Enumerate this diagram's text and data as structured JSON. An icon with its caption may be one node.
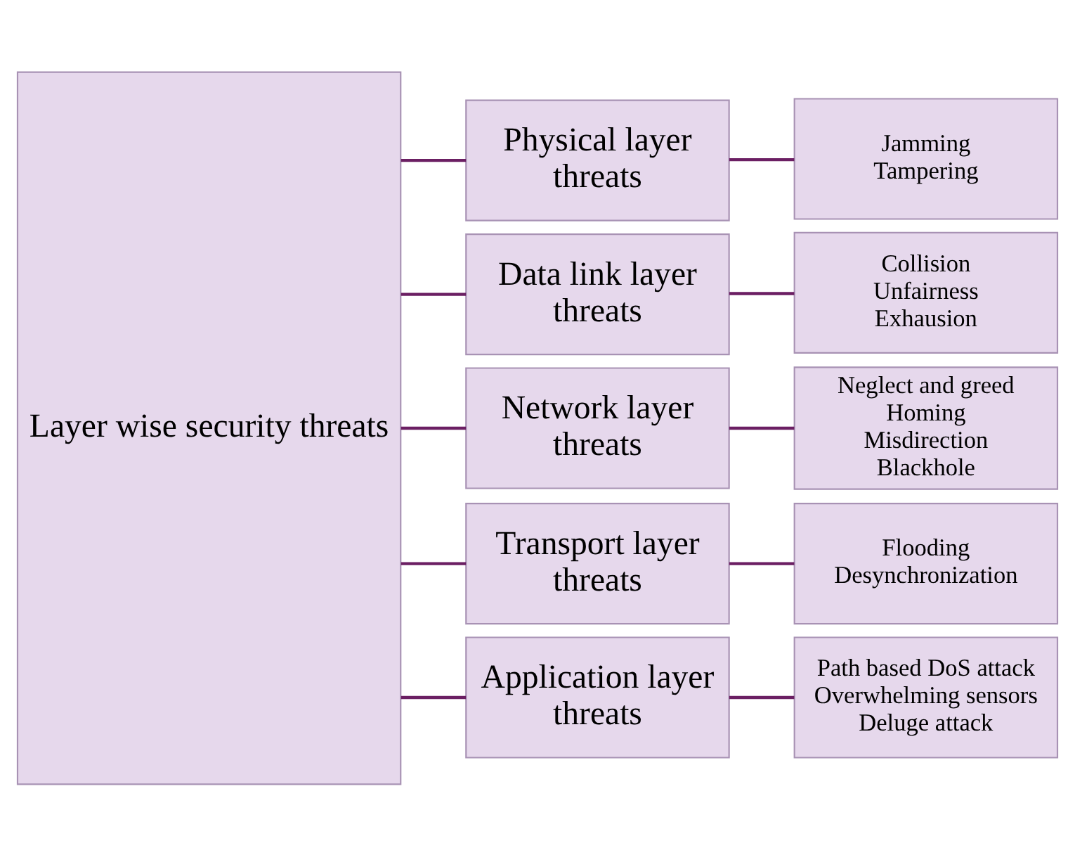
{
  "diagram": {
    "nodes": [
      {
        "text": [
          "Layer wise security threats"
        ]
      },
      {
        "text": [
          "Physical layer threats"
        ]
      },
      {
        "text": [
          "Jamming",
          "Tampering"
        ]
      },
      {
        "text": [
          "Data link layer threats"
        ]
      },
      {
        "text": [
          "Collision",
          "Unfairness",
          "Exhausion"
        ]
      },
      {
        "text": [
          "Network layer threats"
        ]
      },
      {
        "text": [
          "Neglect and greed",
          "Homing",
          "Misdirection",
          "Blackhole"
        ]
      },
      {
        "text": [
          "Transport layer threats"
        ]
      },
      {
        "text": [
          "Flooding",
          "Desynchronization"
        ]
      },
      {
        "text": [
          "Application layer threats"
        ]
      },
      {
        "text": [
          "Path based DoS attack",
          "Overwhelming sensors",
          "Deluge attack"
        ]
      }
    ],
    "edges": [
      {
        "from": 0,
        "to": 1,
        "arrow": "none"
      },
      {
        "from": 0,
        "to": 3,
        "arrow": "none"
      },
      {
        "from": 0,
        "to": 5,
        "arrow": "none"
      },
      {
        "from": 0,
        "to": 7,
        "arrow": "none"
      },
      {
        "from": 0,
        "to": 9,
        "arrow": "none"
      },
      {
        "from": 1,
        "to": 2,
        "arrow": "none"
      },
      {
        "from": 3,
        "to": 4,
        "arrow": "none"
      },
      {
        "from": 5,
        "to": 6,
        "arrow": "none"
      },
      {
        "from": 7,
        "to": 8,
        "arrow": "none"
      },
      {
        "from": 9,
        "to": 10,
        "arrow": "none"
      }
    ]
  }
}
